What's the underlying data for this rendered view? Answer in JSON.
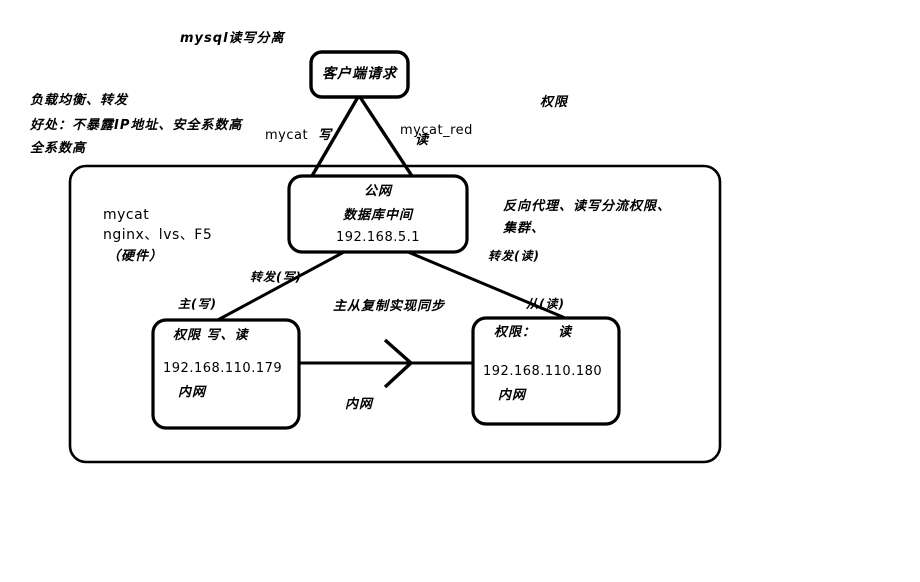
{
  "diagram": {
    "title": "mysql读写分离",
    "type": "architecture-diagram",
    "colors": {
      "stroke": "#000000",
      "background": "#ffffff",
      "text": "#000000"
    },
    "nodes": {
      "client": {
        "label": "客户端请求"
      },
      "middleware": {
        "line1": "公网",
        "line2": "数据库中间",
        "line3": "192.168.5.1"
      },
      "master": {
        "line1": "权限 写、读",
        "line2": "192.168.110.179",
        "line3": "内网"
      },
      "slave": {
        "line1": "权限：    读",
        "line2": "192.168.110.180",
        "line3": "内网"
      }
    },
    "edge_labels": {
      "client_to_mw_left": "mycat",
      "client_to_mw_left_op": "写",
      "client_to_mw_right": "mycat_red",
      "client_to_mw_right_op": "读",
      "mw_to_master": "转发(写)",
      "mw_to_slave": "转发(读)",
      "master_role": "主(写)",
      "slave_role": "从(读)",
      "replication": "主从复制实现同步",
      "replication_net": "内网"
    },
    "annotations": {
      "top_left_line1": "负载均衡、转发",
      "top_left_line2": "好处：不暴露IP地址、安全系数高",
      "top_left_line3": "全系数高",
      "top_right": "权限",
      "left_stack_line1": "mycat",
      "left_stack_line2": "nginx、lvs、F5",
      "left_stack_line3": "（硬件）",
      "right_stack_line1": "反向代理、读写分流权限、",
      "right_stack_line2": "集群、"
    }
  }
}
